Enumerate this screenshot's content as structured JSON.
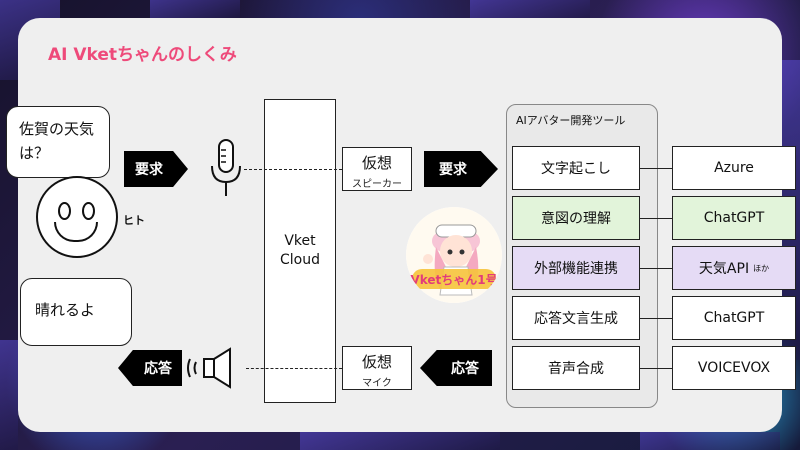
{
  "title": "AI Vketちゃんのしくみ",
  "human": {
    "question": "佐賀の天気は？",
    "answer": "晴れるよ",
    "label": "ヒト"
  },
  "arrows": {
    "request_left": "要求",
    "request_right": "要求",
    "response_left": "応答",
    "response_right": "応答"
  },
  "cloud": {
    "line1": "Vket",
    "line2": "Cloud"
  },
  "kaso_top": {
    "big": "仮想",
    "small": "スピーカー"
  },
  "kaso_bottom": {
    "big": "仮想",
    "small": "マイク"
  },
  "tool_group": {
    "label": "AIアバター開発ツール",
    "steps": [
      "文字起こし",
      "意図の理解",
      "外部機能連携",
      "応答文言生成",
      "音声合成"
    ]
  },
  "services": [
    "Azure",
    "ChatGPT",
    "天気API",
    "ChatGPT",
    "VOICEVOX"
  ],
  "services_note": "ほか",
  "mascot_text": "Vketちゃん1号",
  "colors": {
    "title": "#ee4a7a",
    "green_fill": "#e2f4da",
    "purple_fill": "#e5dbf5",
    "panel": "#efefef"
  },
  "icons": [
    "microphone-icon",
    "speaker-icon",
    "smiley-face-icon"
  ]
}
